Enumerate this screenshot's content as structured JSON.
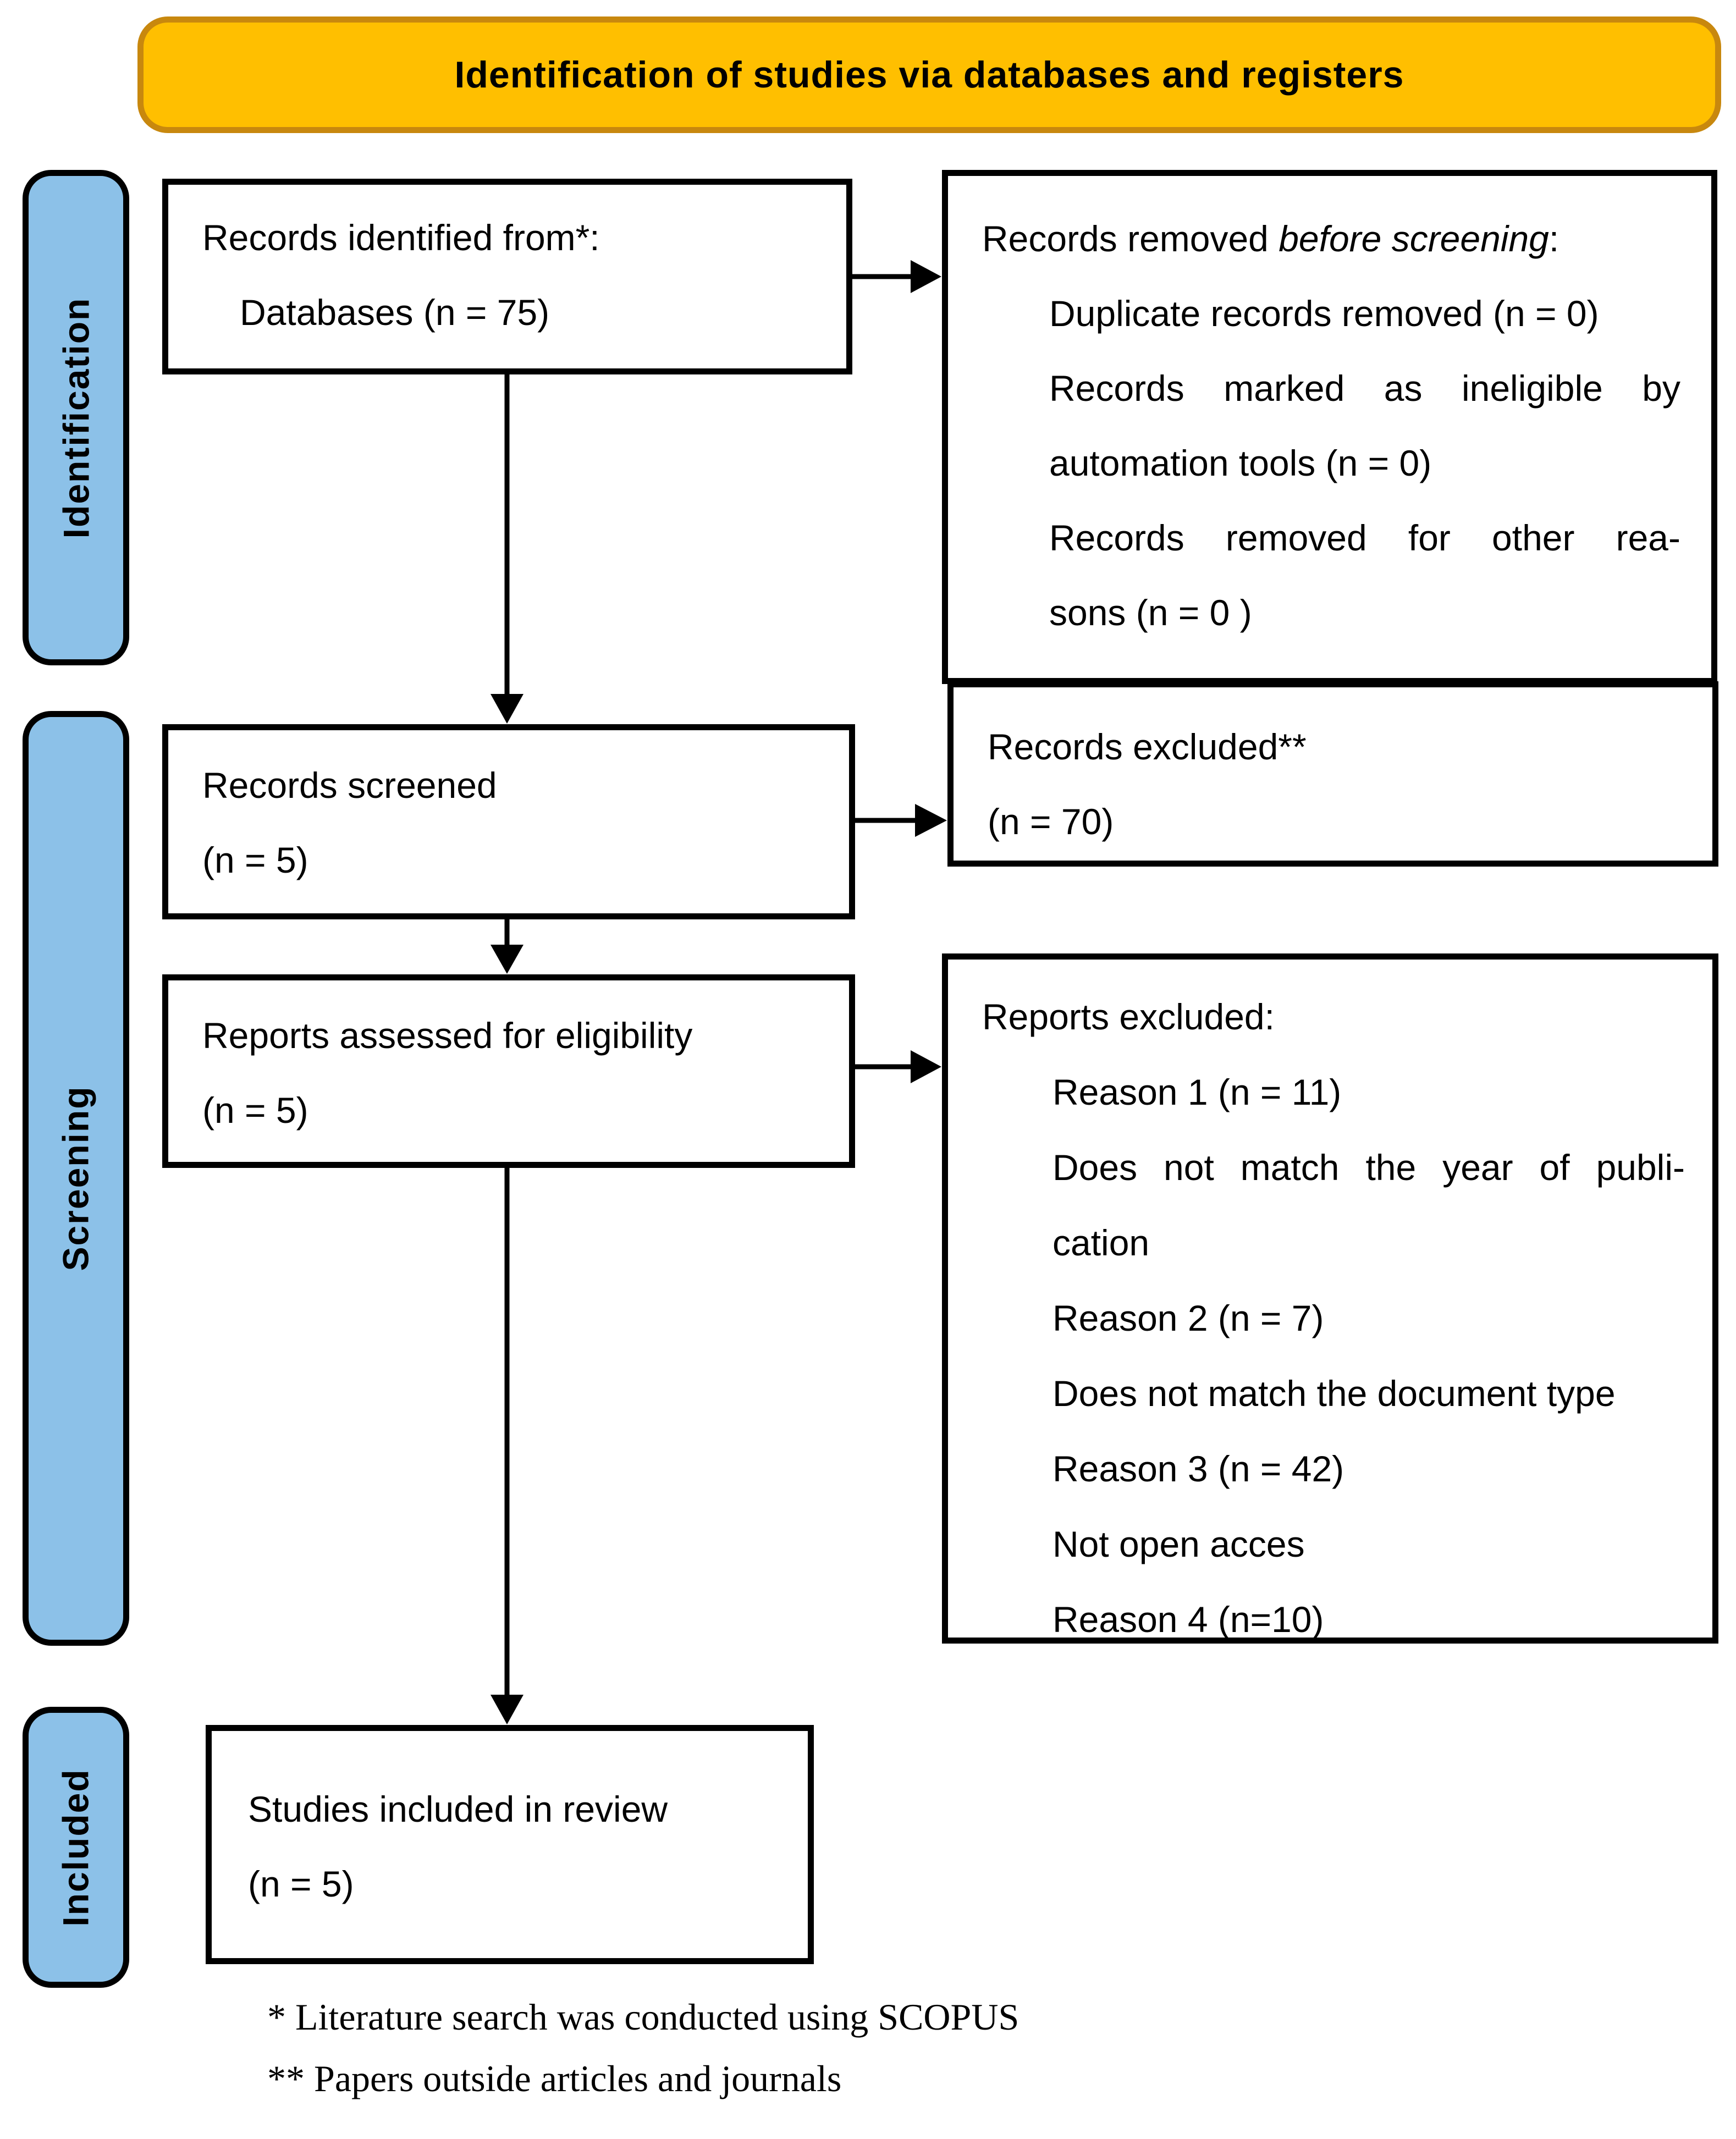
{
  "header": {
    "title": "Identification of studies via databases and registers"
  },
  "stages": {
    "identification": "Identification",
    "screening": "Screening",
    "included": "Included"
  },
  "boxes": {
    "records_identified": {
      "line1": "Records identified from*:",
      "line2": "Databases (n = 75)"
    },
    "records_removed": {
      "title_prefix": "Records removed ",
      "title_italic": "before screening",
      "title_suffix": ":",
      "lines": [
        "Duplicate records removed (n = 0)",
        "Records marked as ineligible by",
        "automation tools (n = 0)",
        "Records removed for other rea-",
        "sons (n = 0 )"
      ]
    },
    "records_screened": {
      "line1": "Records screened",
      "line2": "(n = 5)"
    },
    "records_excluded": {
      "line1": "Records excluded**",
      "line2": "(n = 70)"
    },
    "reports_assessed": {
      "line1": "Reports assessed for eligibility",
      "line2": "(n = 5)"
    },
    "reports_excluded": {
      "title": "Reports excluded:",
      "lines": [
        "Reason 1 (n = 11)",
        "Does not match the year of publi-",
        "cation",
        "Reason 2 (n = 7)",
        "Does not match the document type",
        "Reason 3 (n = 42)",
        "Not open acces",
        "Reason 4 (n=10)"
      ]
    },
    "studies_included": {
      "line1": "Studies included in review",
      "line2": "(n = 5)"
    }
  },
  "footnotes": {
    "line1": "* Literature search was conducted using SCOPUS",
    "line2": "** Papers outside articles and journals"
  },
  "colors": {
    "header_fill": "#FFBF00",
    "header_border": "#C8880E",
    "stage_fill": "#8CC1E8",
    "box_border": "#000000",
    "arrow": "#000000"
  }
}
